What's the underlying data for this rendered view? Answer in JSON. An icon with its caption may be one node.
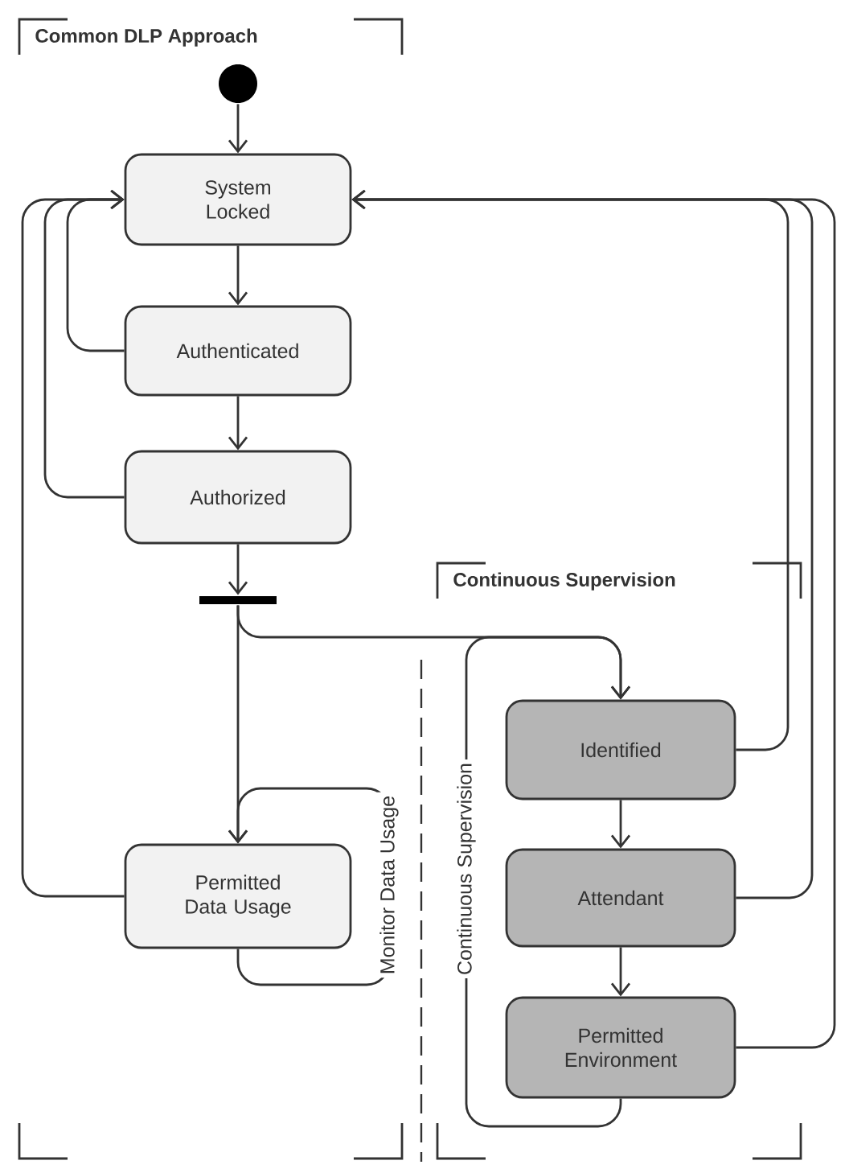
{
  "diagram": {
    "nodes": [
      {
        "text": [
          "Common DLP Approach"
        ]
      },
      {
        "text": [],
        "shape": "circle",
        "in": 0
      },
      {
        "text": [
          "System Locked"
        ],
        "in": 0
      },
      {
        "text": [
          "Authenticated"
        ],
        "in": 0
      },
      {
        "text": [
          "Authorized"
        ],
        "in": 0
      },
      {
        "text": [],
        "shape": "bar",
        "in": 0
      },
      {
        "text": [
          "Permitted Data Usage"
        ],
        "in": 0
      },
      {
        "text": [
          "Continuous Supervision"
        ]
      },
      {
        "text": [
          "Identified"
        ],
        "in": 7
      },
      {
        "text": [
          "Attendant"
        ],
        "in": 7
      },
      {
        "text": [
          "Permitted Environment"
        ],
        "in": 7
      }
    ],
    "edges": [
      {
        "from": 1,
        "to": 2,
        "arrow": "to"
      },
      {
        "from": 2,
        "to": 3,
        "arrow": "to"
      },
      {
        "from": 3,
        "to": 4,
        "arrow": "to"
      },
      {
        "from": 4,
        "to": 5,
        "arrow": "to"
      },
      {
        "from": 5,
        "to": 6,
        "arrow": "to"
      },
      {
        "from": 5,
        "to": 8,
        "arrow": "to"
      },
      {
        "from": 3,
        "to": 2,
        "arrow": "to"
      },
      {
        "from": 4,
        "to": 2,
        "arrow": "to"
      },
      {
        "from": 6,
        "to": 2,
        "arrow": "to"
      },
      {
        "from": 8,
        "to": 2,
        "arrow": "to"
      },
      {
        "from": 9,
        "to": 2,
        "arrow": "to"
      },
      {
        "from": 10,
        "to": 2,
        "arrow": "to"
      },
      {
        "from": 6,
        "to": 6,
        "arrow": "to",
        "label": "Monitor Data Usage"
      },
      {
        "from": 8,
        "to": 9,
        "arrow": "to"
      },
      {
        "from": 9,
        "to": 10,
        "arrow": "to"
      },
      {
        "from": 10,
        "to": 8,
        "arrow": "to",
        "label": "Continuous Supervision"
      }
    ]
  }
}
